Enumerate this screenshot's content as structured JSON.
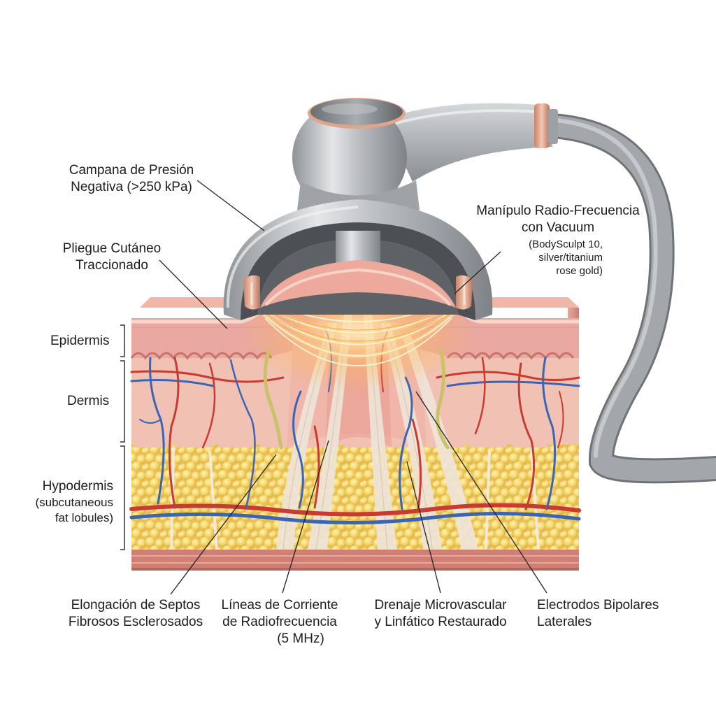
{
  "labels": {
    "campana": {
      "line1": "Campana de Presión",
      "line2": "Negativa (>250 kPa)"
    },
    "manipulo": {
      "line1": "Manípulo Radio-Frecuencia",
      "line2": "con Vacuum",
      "sub1": "(BodySculpt 10,",
      "sub2": "silver/titanium",
      "sub3": "rose gold)"
    },
    "pliegue": {
      "line1": "Pliegue Cutáneo",
      "line2": "Traccionado"
    },
    "epidermis": "Epidermis",
    "dermis": "Dermis",
    "hypodermis": {
      "line1": "Hypodermis",
      "line2": "(subcutaneous",
      "line3": "fat lobules)"
    },
    "septos": {
      "line1": "Elongación de Septos",
      "line2": "Fibrosos Esclerosados"
    },
    "corriente": {
      "line1": "Líneas de Corriente",
      "line2": "de Radiofrecuencia",
      "line3": "(5 MHz)"
    },
    "drenaje": {
      "line1": "Drenaje Microvascular",
      "line2": "y Linfático Restaurado"
    },
    "electrodos": {
      "line1": "Electrodos Bipolares",
      "line2": "Laterales"
    }
  },
  "colors": {
    "device_silver": "#b9bcbf",
    "rose_gold": "#e0a58a",
    "epidermis": "#e9a9a4",
    "dermis": "#f1c2b4",
    "fat": "#f3d46a",
    "artery": "#c83a32",
    "vein": "#3a64b4",
    "rf_glow": "#ffb23e"
  }
}
